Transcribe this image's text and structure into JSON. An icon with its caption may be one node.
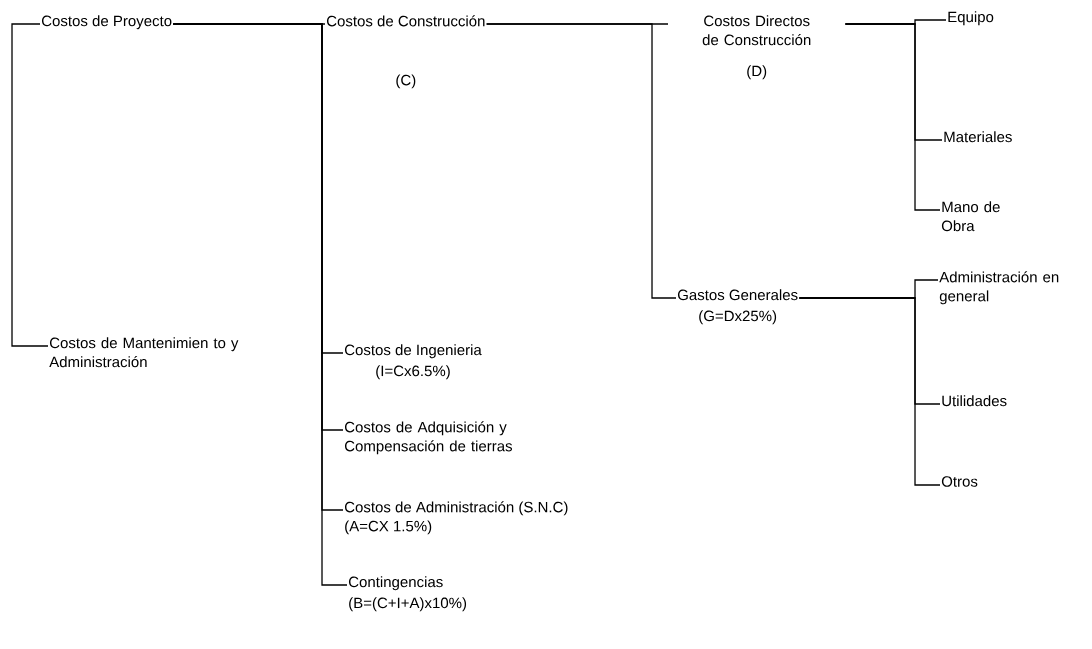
{
  "diagram": {
    "nodes": [
      {
        "text": [
          "Costos de Proyecto"
        ]
      },
      {
        "text": [
          "Costos de Mantenimien to y Administración"
        ]
      },
      {
        "text": [
          "Costos de Construcción",
          "(C)"
        ]
      },
      {
        "text": [
          "Costos Directos de Construcción",
          "(D)"
        ]
      },
      {
        "text": [
          "Equipo"
        ]
      },
      {
        "text": [
          "Materiales"
        ]
      },
      {
        "text": [
          "Mano de Obra"
        ]
      },
      {
        "text": [
          "Gastos Generales",
          "(G=Dx25%)"
        ]
      },
      {
        "text": [
          "Administración en general"
        ]
      },
      {
        "text": [
          "Utilidades"
        ]
      },
      {
        "text": [
          "Otros"
        ]
      },
      {
        "text": [
          "Costos de Ingenieria",
          "(I=Cx6.5%)"
        ]
      },
      {
        "text": [
          "Costos de Adquisición y Compensación de tierras"
        ]
      },
      {
        "text": [
          "Costos de Administración (S.N.C)",
          "(A=CX 1.5%)"
        ]
      },
      {
        "text": [
          "Contingencias",
          "(B=(C+I+A)x10%)"
        ]
      }
    ],
    "edges": [
      {
        "from": 0,
        "to": 1,
        "arrow": "none"
      },
      {
        "from": 0,
        "to": 2,
        "arrow": "none"
      },
      {
        "from": 0,
        "to": 11,
        "arrow": "none"
      },
      {
        "from": 0,
        "to": 12,
        "arrow": "none"
      },
      {
        "from": 0,
        "to": 13,
        "arrow": "none"
      },
      {
        "from": 0,
        "to": 14,
        "arrow": "none"
      },
      {
        "from": 2,
        "to": 3,
        "arrow": "none"
      },
      {
        "from": 2,
        "to": 7,
        "arrow": "none"
      },
      {
        "from": 3,
        "to": 4,
        "arrow": "none"
      },
      {
        "from": 3,
        "to": 5,
        "arrow": "none"
      },
      {
        "from": 3,
        "to": 6,
        "arrow": "none"
      },
      {
        "from": 7,
        "to": 8,
        "arrow": "none"
      },
      {
        "from": 7,
        "to": 9,
        "arrow": "none"
      },
      {
        "from": 7,
        "to": 10,
        "arrow": "none"
      }
    ]
  }
}
